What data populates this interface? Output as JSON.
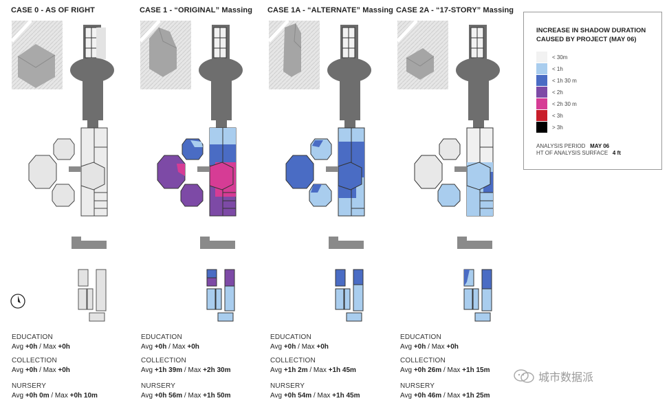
{
  "cases": [
    {
      "title": "CASE 0 - AS OF RIGHT",
      "stats": [
        {
          "category": "EDUCATION",
          "avg_label": "Avg ",
          "avg": "+0h",
          "sep": " / Max ",
          "max": "+0h"
        },
        {
          "category": "COLLECTION",
          "avg_label": "Avg ",
          "avg": "+0h",
          "sep": " / Max ",
          "max": "+0h"
        },
        {
          "category": "NURSERY",
          "avg_label": "Avg ",
          "avg": "+0h 0m",
          "sep": " / Max ",
          "max": "+0h 10m"
        }
      ]
    },
    {
      "title": "CASE 1 - “ORIGINAL” Massing",
      "stats": [
        {
          "category": "EDUCATION",
          "avg_label": "Avg ",
          "avg": "+0h",
          "sep": " / Max ",
          "max": "+0h"
        },
        {
          "category": "COLLECTION",
          "avg_label": "Avg ",
          "avg": "+1h 39m",
          "sep": " / Max ",
          "max": "+2h 30m"
        },
        {
          "category": "NURSERY",
          "avg_label": "Avg ",
          "avg": "+0h 56m",
          "sep": " / Max ",
          "max": "+1h 50m"
        }
      ]
    },
    {
      "title": "CASE 1A - “ALTERNATE” Massing",
      "stats": [
        {
          "category": "EDUCATION",
          "avg_label": "Avg ",
          "avg": "+0h",
          "sep": " / Max ",
          "max": "+0h"
        },
        {
          "category": "COLLECTION",
          "avg_label": "Avg ",
          "avg": "+1h 2m",
          "sep": " / Max ",
          "max": "+1h 45m"
        },
        {
          "category": "NURSERY",
          "avg_label": "Avg ",
          "avg": "+0h 54m",
          "sep": " / Max ",
          "max": "+1h 45m"
        }
      ]
    },
    {
      "title": "CASE 2A - “17-STORY” Massing",
      "stats": [
        {
          "category": "EDUCATION",
          "avg_label": "Avg ",
          "avg": "+0h",
          "sep": " / Max ",
          "max": "+0h"
        },
        {
          "category": "COLLECTION",
          "avg_label": "Avg ",
          "avg": "+0h 26m",
          "sep": " / Max ",
          "max": "+1h 15m"
        },
        {
          "category": "NURSERY",
          "avg_label": "Avg ",
          "avg": "+0h 46m",
          "sep": " / Max ",
          "max": "+1h 25m"
        }
      ]
    }
  ],
  "legend": {
    "title": "INCREASE IN SHADOW DURATION CAUSED BY PROJECT (MAY 06)",
    "items": [
      {
        "label": "< 30m",
        "color": "#f2f2f2"
      },
      {
        "label": "< 1h",
        "color": "#a9cdee"
      },
      {
        "label": "< 1h 30 m",
        "color": "#4a6cc4"
      },
      {
        "label": "< 2h",
        "color": "#7d4aa6"
      },
      {
        "label": "< 2h 30 m",
        "color": "#d63c95"
      },
      {
        "label": "< 3h",
        "color": "#c81e2a"
      },
      {
        "label": "> 3h",
        "color": "#000000"
      }
    ],
    "analysis_period_label": "ANALYSIS PERIOD",
    "analysis_period_value": "MAY 06",
    "surface_label": "HT OF ANALYSIS SURFACE",
    "surface_value": "4 ft"
  },
  "watermark": "城市数据派",
  "icons": [
    "north-arrow-icon",
    "wechat-icon"
  ]
}
